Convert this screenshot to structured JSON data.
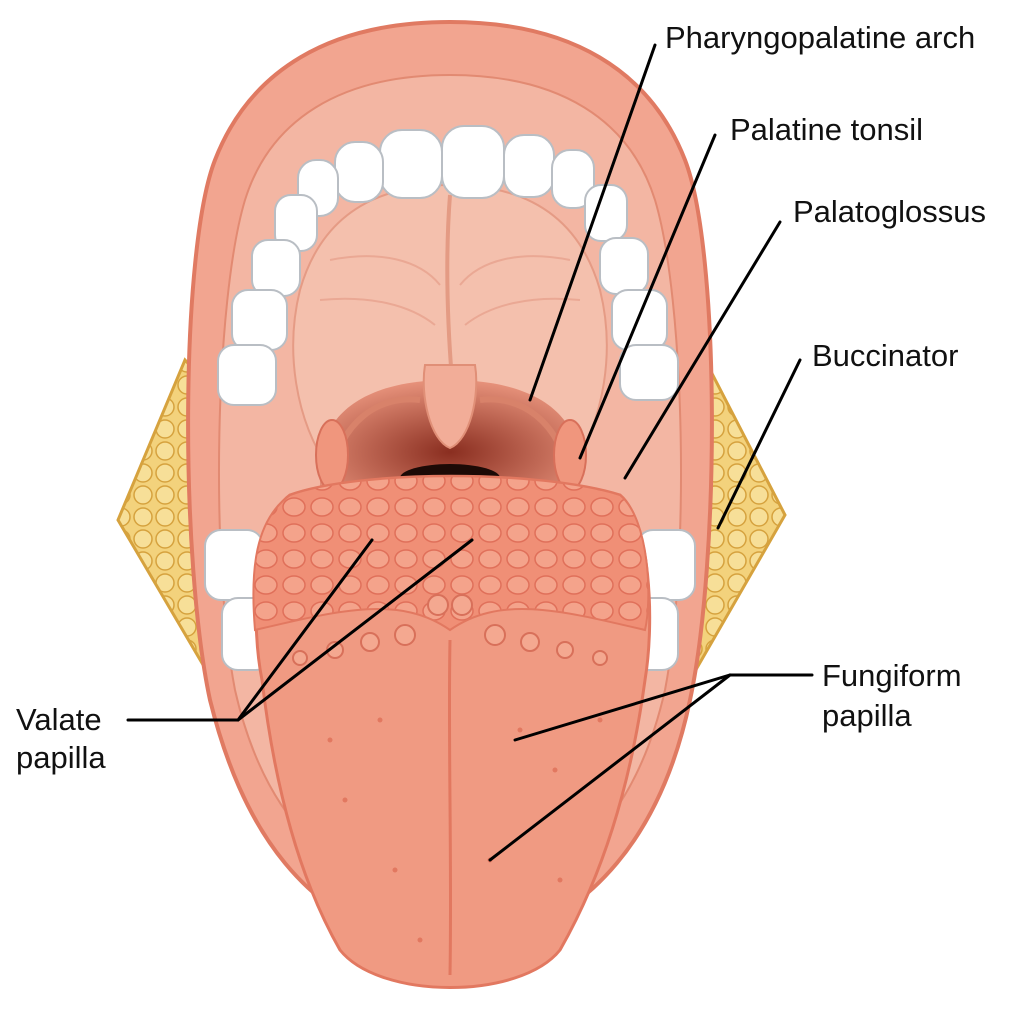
{
  "labels": {
    "pharyngopalatine_arch": "Pharyngopalatine arch",
    "palatine_tonsil": "Palatine tonsil",
    "palatoglossus": "Palatoglossus",
    "buccinator": "Buccinator",
    "fungiform_papilla_line1": "Fungiform",
    "fungiform_papilla_line2": "papilla",
    "valate_papilla_line1": "Valate",
    "valate_papilla_line2": "papilla"
  },
  "colors": {
    "lip": "#f2a590",
    "lip_edge": "#e07a62",
    "mouth_inner": "#f3b6a3",
    "palate": "#f4b9a6",
    "throat": "#c85a45",
    "pharynx_dark": "#1c0a06",
    "tongue": "#f09a82",
    "tongue_dark": "#e27860",
    "papillae": "#ee8d75",
    "teeth": "#ffffff",
    "teeth_shade": "#cfd3d8",
    "fat": "#f1cf7a",
    "fat_edge": "#d6a23e"
  }
}
